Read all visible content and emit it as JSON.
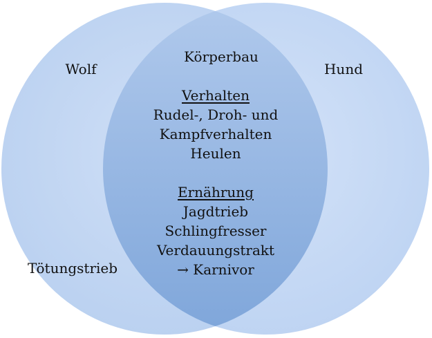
{
  "sets": {
    "left": {
      "label": "Wolf",
      "unique_items": [
        "Tötungstrieb"
      ]
    },
    "right": {
      "label": "Hund",
      "unique_items": []
    }
  },
  "intersection": {
    "top_item": "Körperbau",
    "groups": [
      {
        "heading": "Verhalten",
        "items": [
          "Rudel-, Droh- und",
          "Kampfverhalten",
          "Heulen"
        ]
      },
      {
        "heading": "Ernährung",
        "items": [
          "Jagdtrieb",
          "Schlingfresser",
          "Verdauungstrakt",
          "→ Karnivor"
        ]
      }
    ]
  },
  "colors": {
    "circle_light": "#d6e4f8",
    "circle_edge": "#b7cfef",
    "overlap_light": "#a9c4ea",
    "overlap_dark": "#86abdd"
  }
}
